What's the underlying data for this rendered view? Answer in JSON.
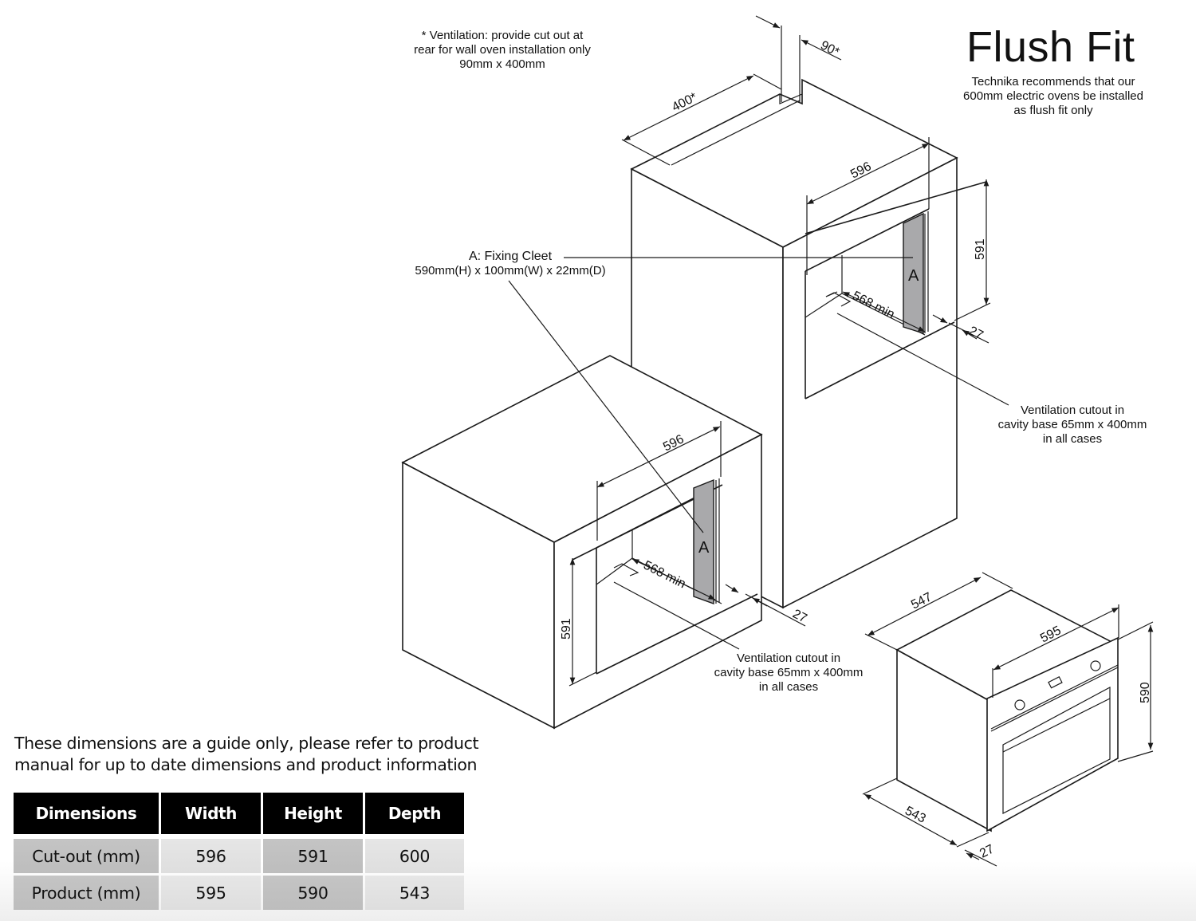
{
  "title": "Flush Fit",
  "recommendation": [
    "Technika recommends that our",
    "600mm electric ovens be installed",
    "as flush fit only"
  ],
  "ventilation_note": [
    "* Ventilation: provide cut out at",
    "rear for wall oven installation only",
    "90mm x 400mm"
  ],
  "fixing_cleat": {
    "label": "A: Fixing Cleet",
    "size": "590mm(H) x 100mm(W) x 22mm(D)",
    "marker": "A"
  },
  "ventilation_cutout_note": [
    "Ventilation cutout in",
    "cavity base 65mm x 400mm",
    "in all cases"
  ],
  "wall_cavity_dims": {
    "rear_vent_length": "400*",
    "rear_vent_width": "90*",
    "width": "596",
    "height": "591",
    "depth_min": "568 min",
    "inset": "27"
  },
  "under_bench_cavity_dims": {
    "width": "596",
    "height": "591",
    "depth_min": "568 min",
    "inset": "27"
  },
  "oven_dims": {
    "top_depth": "547",
    "width": "595",
    "height": "590",
    "depth": "543",
    "door_depth": "27"
  },
  "disclaimer": [
    "These dimensions are a guide only, please refer to product",
    "manual for up to date dimensions and product information"
  ],
  "table": {
    "headers": [
      "Dimensions",
      "Width",
      "Height",
      "Depth"
    ],
    "rows": [
      [
        "Cut-out (mm)",
        "596",
        "591",
        "600"
      ],
      [
        "Product (mm)",
        "595",
        "590",
        "543"
      ]
    ]
  }
}
